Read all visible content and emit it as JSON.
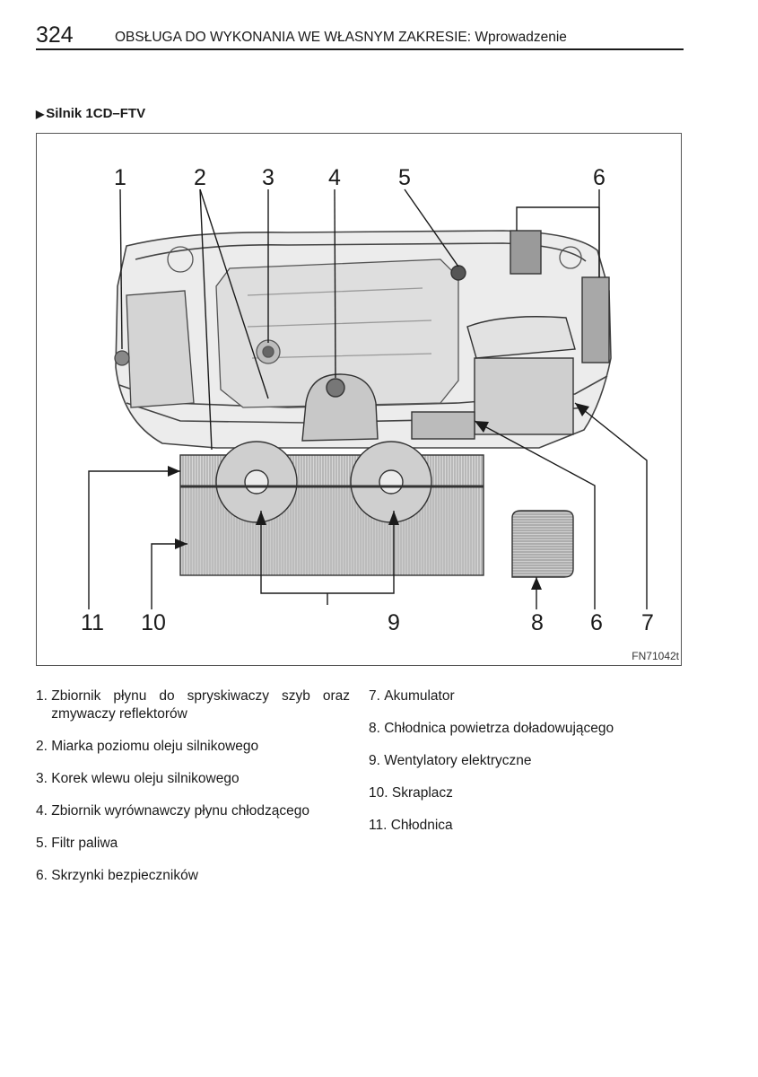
{
  "header": {
    "page_number": "324",
    "chapter_title": "OBSŁUGA DO WYKONANIA WE WŁASNYM ZAKRESIE: Wprowadzenie"
  },
  "section": {
    "marker": "▶",
    "title": "Silnik 1CD–FTV"
  },
  "figure": {
    "callouts": [
      "1",
      "2",
      "3",
      "4",
      "5",
      "6",
      "11",
      "10",
      "9",
      "8",
      "6",
      "7"
    ],
    "code": "FN71042t"
  },
  "legend_left": [
    {
      "num": "1. ",
      "text": "Zbiornik płynu do spryskiwaczy szyb oraz zmywaczy reflektorów"
    },
    {
      "num": "2. ",
      "text": "Miarka poziomu oleju silnikowego"
    },
    {
      "num": "3. ",
      "text": "Korek wlewu oleju silnikowego"
    },
    {
      "num": "4. ",
      "text": "Zbiornik wyrównawczy płynu chłodzącego"
    },
    {
      "num": "5. ",
      "text": "Filtr paliwa"
    },
    {
      "num": "6. ",
      "text": "Skrzynki bezpieczników"
    }
  ],
  "legend_right": [
    {
      "num": "7. ",
      "text": "Akumulator"
    },
    {
      "num": "8. ",
      "text": "Chłodnica powietrza doładowującego"
    },
    {
      "num": "9. ",
      "text": "Wentylatory elektryczne"
    },
    {
      "num": "10. ",
      "text": "Skraplacz"
    },
    {
      "num": "11. ",
      "text": "Chłodnica"
    }
  ]
}
